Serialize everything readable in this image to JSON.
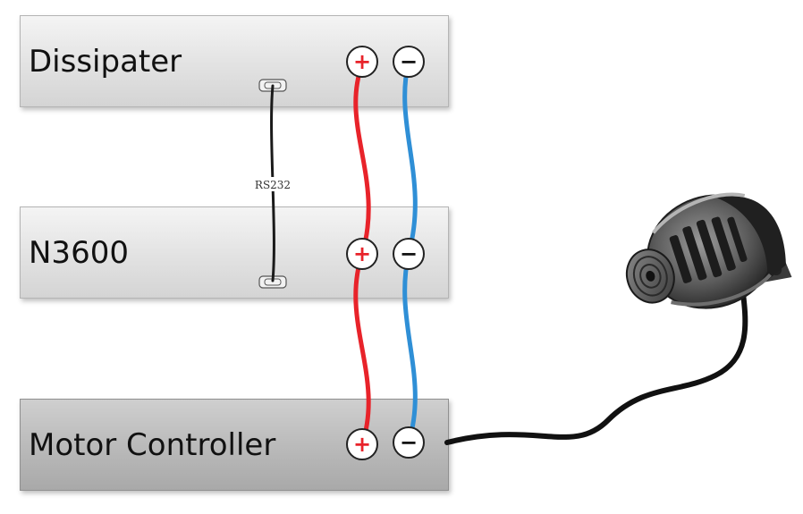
{
  "diagram": {
    "boxes": [
      {
        "label": "Dissipater",
        "terminals": [
          "+",
          "−"
        ]
      },
      {
        "label": "N3600",
        "terminals": [
          "+",
          "−"
        ]
      },
      {
        "label": "Motor Controller",
        "terminals": [
          "+",
          "−"
        ]
      }
    ],
    "link_label": "RS232",
    "colors": {
      "positive_wire": "#e8232a",
      "negative_wire": "#2f8fd6",
      "rs232_cable": "#1a1a1a",
      "motor_cable": "#111111",
      "box_light": "#e2e2e2",
      "box_dark": "#b9b9b9"
    },
    "icons": {
      "positive": "plus-terminal-icon",
      "negative": "minus-terminal-icon",
      "motor": "alternator-motor-icon"
    }
  }
}
